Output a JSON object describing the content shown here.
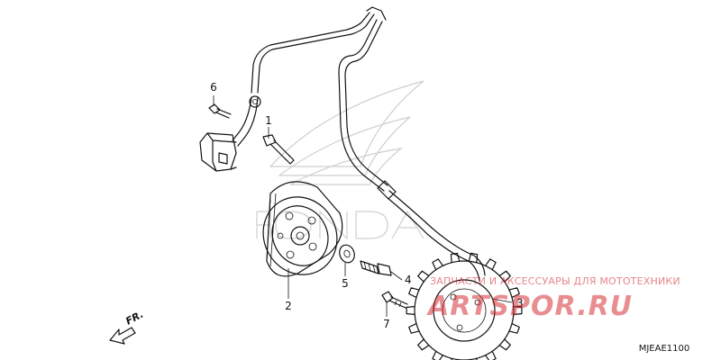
{
  "diagram": {
    "callouts": [
      {
        "id": "part-1",
        "label": "1"
      },
      {
        "id": "part-2",
        "label": "2"
      },
      {
        "id": "part-3",
        "label": "3"
      },
      {
        "id": "part-4",
        "label": "4"
      },
      {
        "id": "part-5",
        "label": "5"
      },
      {
        "id": "part-6",
        "label": "6"
      },
      {
        "id": "part-7",
        "label": "7"
      }
    ],
    "direction_label": "FR.",
    "diagram_code": "MJEAE1100",
    "watermark": {
      "tagline": "ЗАПЧАСТИ И АКСЕССУАРЫ ДЛЯ МОТОТЕХНИКИ",
      "brand": "ARTSPOR.RU",
      "color": "#d21f26"
    },
    "line_color": "#111111",
    "background_logo": "honda-wing-logo"
  }
}
